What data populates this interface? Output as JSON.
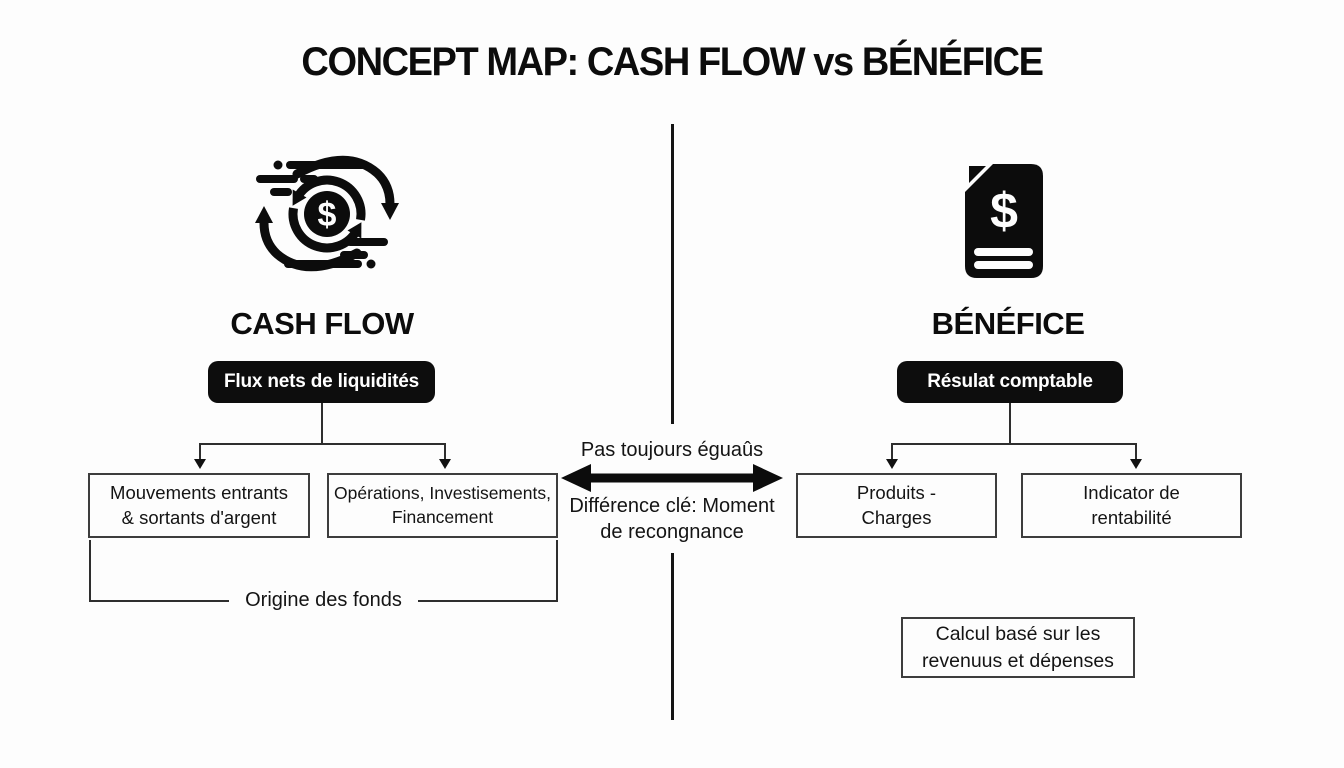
{
  "title": "CONCEPT MAP: CASH FLOW vs BÉNÉFICE",
  "left": {
    "icon": "cash-flow-cycle-icon",
    "heading": "CASH FLOW",
    "definition": "Flux nets de liquidités",
    "children": [
      {
        "label": "Mouvements entrants\n& sortants d'argent"
      },
      {
        "label": "Opérations, Investisements,\nFinancement"
      }
    ],
    "bracket_label": "Origine des fonds"
  },
  "right": {
    "icon": "financial-document-icon",
    "heading": "BÉNÉFICE",
    "definition": "Résulat comptable",
    "children": [
      {
        "label": "Produits -\nCharges"
      },
      {
        "label": "Indicator de\nrentabilité"
      }
    ],
    "note": "Calcul basé sur les\nrevenuus et dépenses"
  },
  "center": {
    "comparison_top": "Pas toujours éguaûs",
    "comparison_bottom": "Différence clé: Moment\nde recongnance",
    "arrow": "double-headed-arrow-icon"
  },
  "colors": {
    "background": "#fdfdfd",
    "ink": "#111111",
    "pill_background": "#0d0d0d",
    "pill_text": "#ffffff",
    "box_border": "#3d3d3d"
  }
}
